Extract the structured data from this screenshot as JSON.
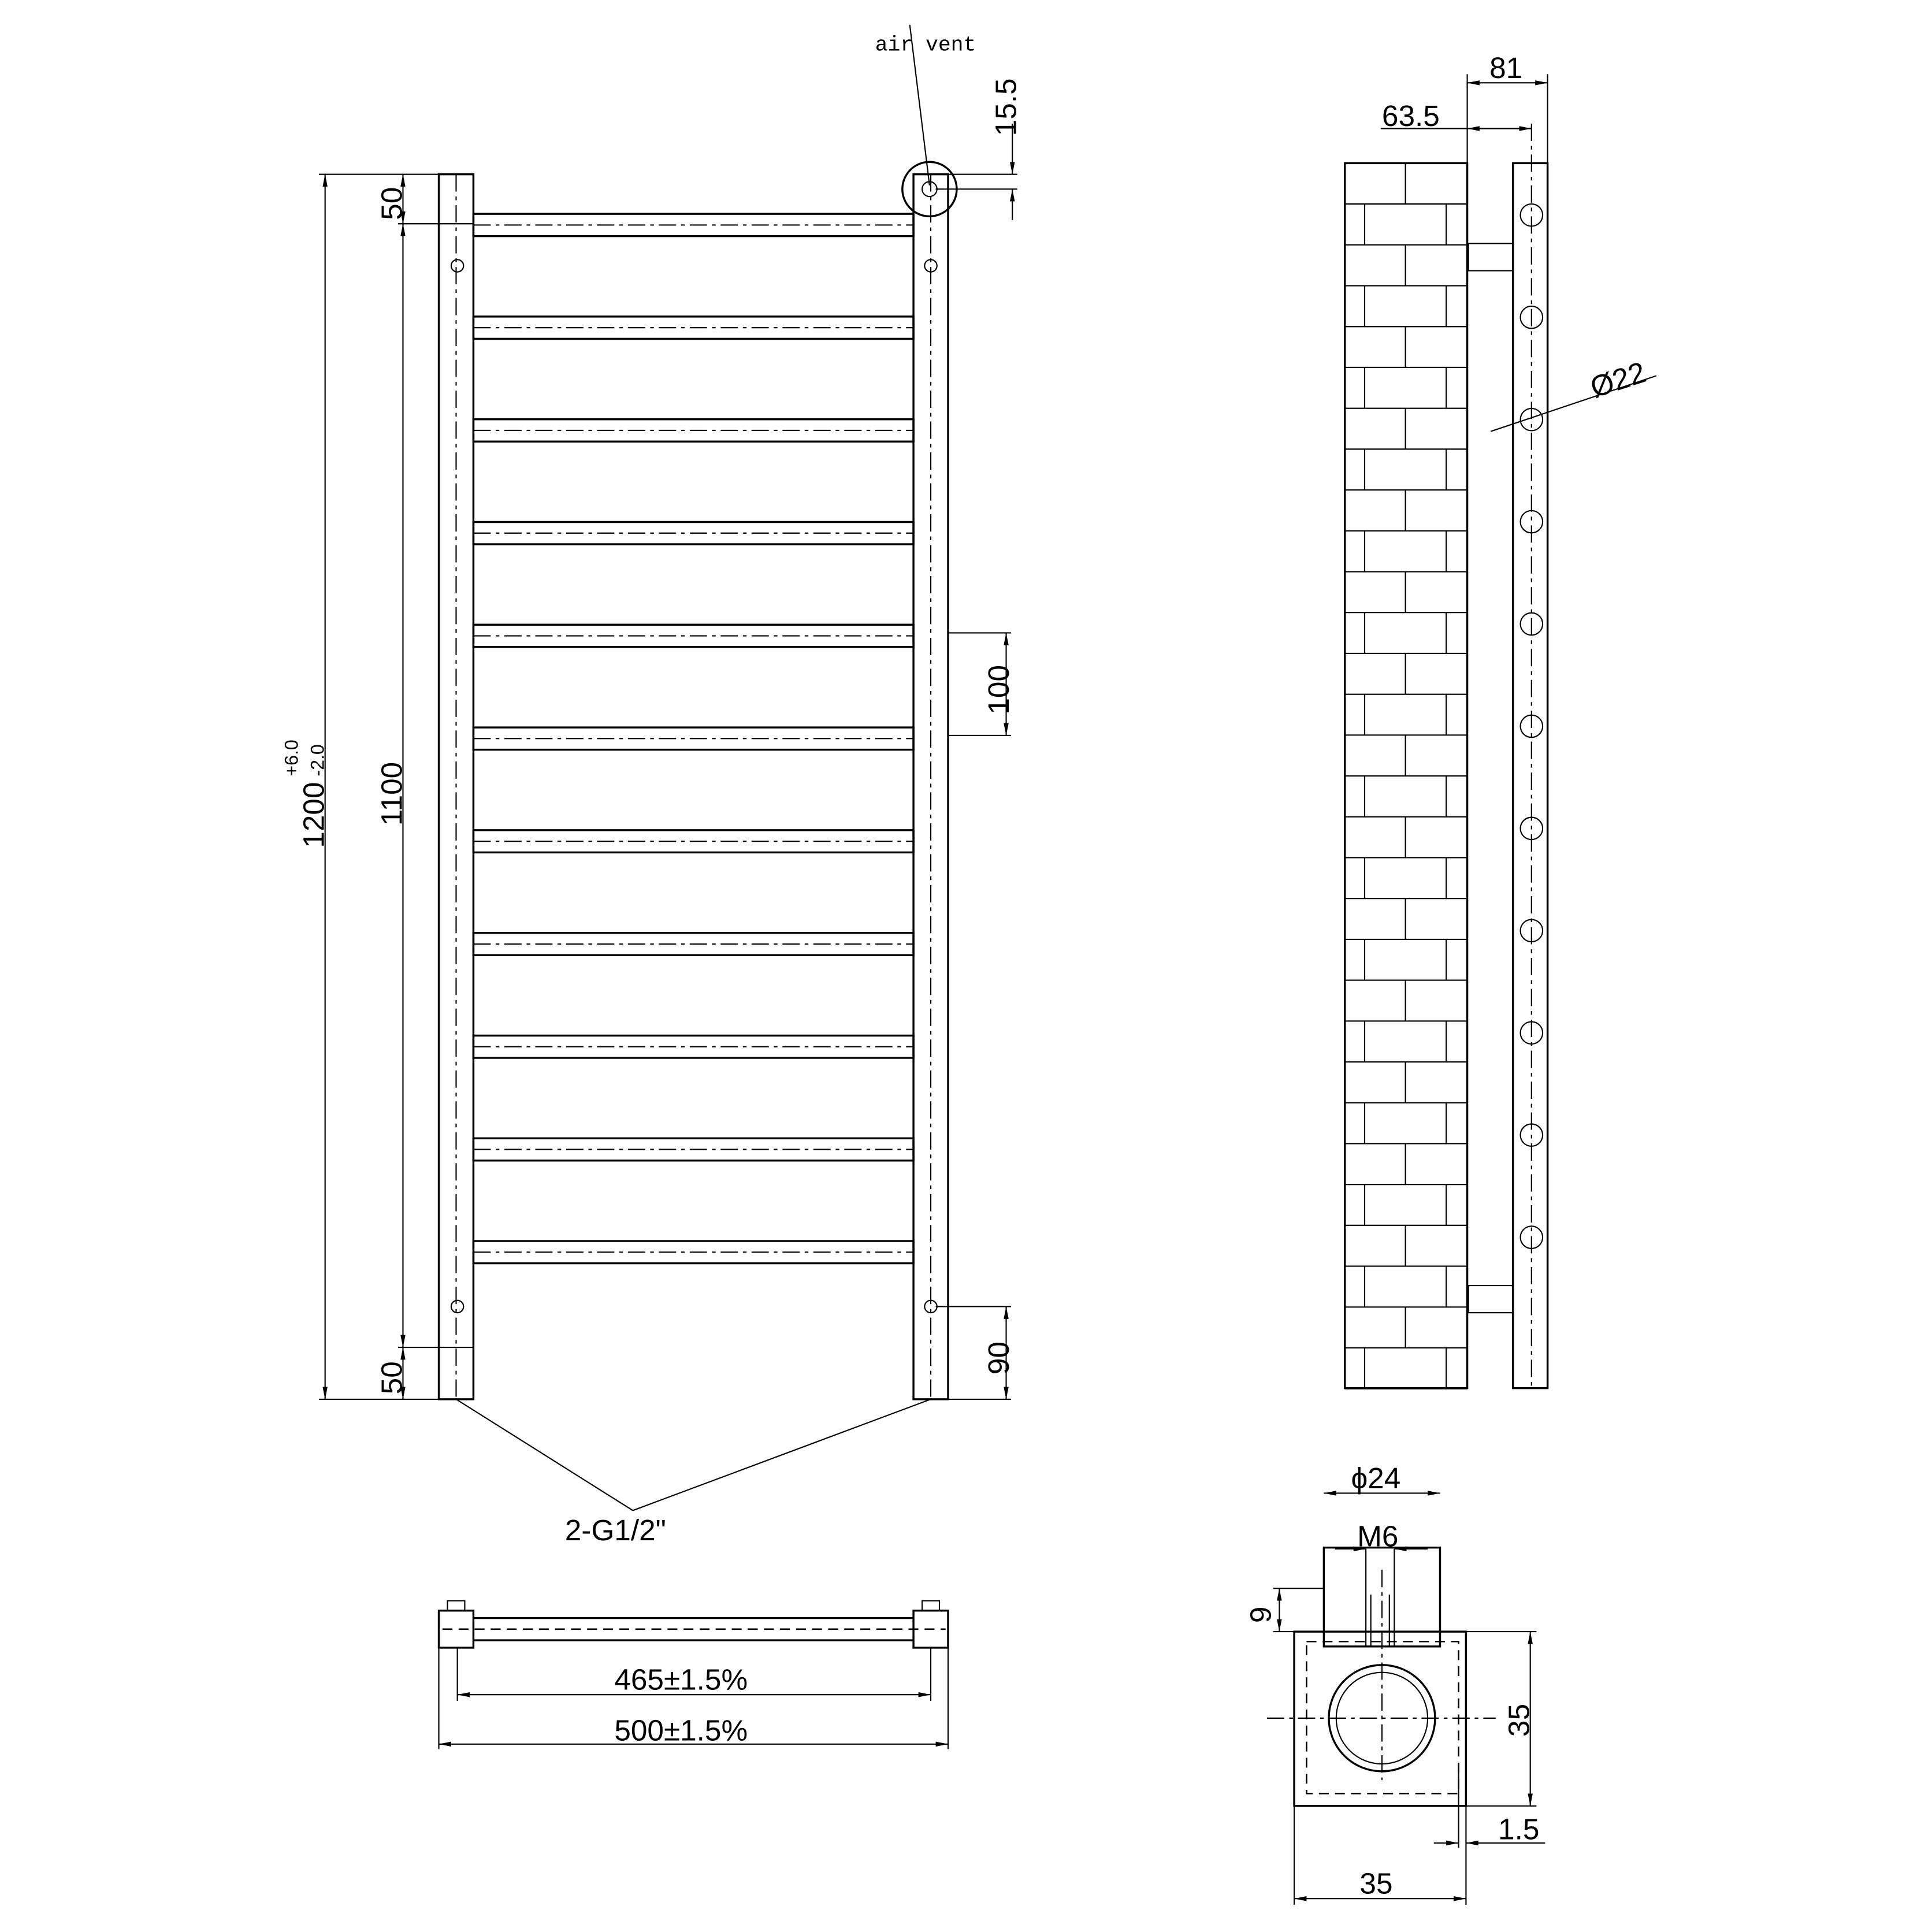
{
  "front_view": {
    "air_vent_label": "air vent",
    "dim_top_offset": "15.5",
    "dim_total_height": "1200",
    "tol_upper": "+6.0",
    "tol_lower": "-2.0",
    "dim_centers": "1100",
    "dim_top_margin": "50",
    "dim_bottom_margin": "50",
    "dim_bar_pitch": "100",
    "dim_bottom_bracket": "90",
    "connection_label": "2-G1/2\"",
    "bar_count": 11
  },
  "bottom_view": {
    "dim_inner_width": "465±1.5%",
    "dim_outer_width": "500±1.5%"
  },
  "side_view": {
    "dim_depth_total": "81",
    "dim_depth_center": "63.5",
    "dim_bar_diameter": "Ø22"
  },
  "bracket_detail": {
    "dim_diameter": "ϕ24",
    "dim_thread": "M6",
    "dim_height": "9",
    "dim_square_height": "35",
    "dim_square_width": "35",
    "dim_wall": "1.5"
  }
}
